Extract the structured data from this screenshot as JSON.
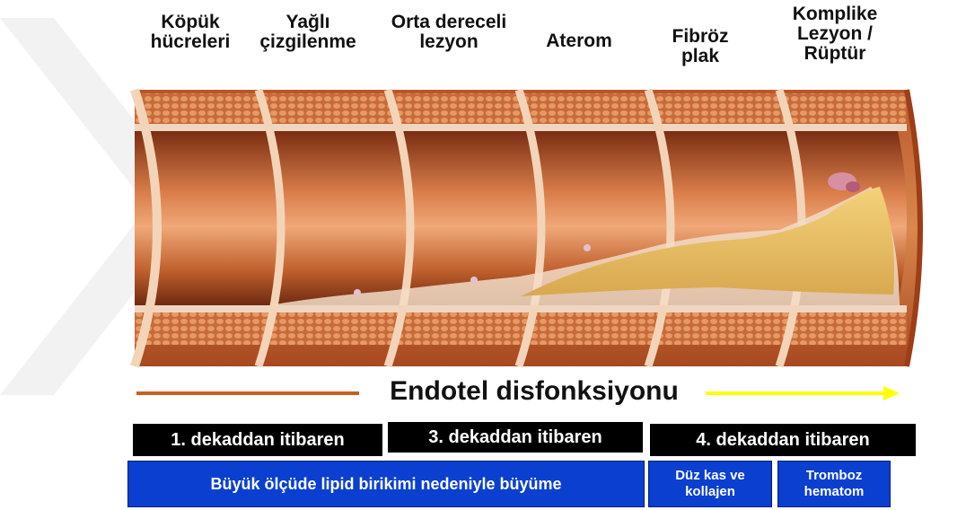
{
  "stages": [
    {
      "label": "Köpük\nhücreleri"
    },
    {
      "label": "Yağlı\nçizgilenme"
    },
    {
      "label": "Orta dereceli\nlezyon"
    },
    {
      "label": "Aterom"
    },
    {
      "label": "Fibröz\nplak"
    },
    {
      "label": "Komplike\nLezyon /\nRüptür"
    }
  ],
  "progression": {
    "label": "Endotel disfonksiyonu"
  },
  "onset": [
    {
      "label": "1. dekaddan itibaren"
    },
    {
      "label": "3. dekaddan itibaren"
    },
    {
      "label": "4. dekaddan itibaren"
    }
  ],
  "growth": [
    {
      "label": "Büyük ölçüde lipid birikimi nedeniyle büyüme"
    },
    {
      "label": "Düz kas ve\nkollajen"
    },
    {
      "label": "Tromboz\nhematom"
    }
  ],
  "colors": {
    "onset_box": "#000000",
    "growth_box": "#0a3fd0",
    "arrow_left": "#c8611e",
    "arrow_right": "#ffff00"
  }
}
